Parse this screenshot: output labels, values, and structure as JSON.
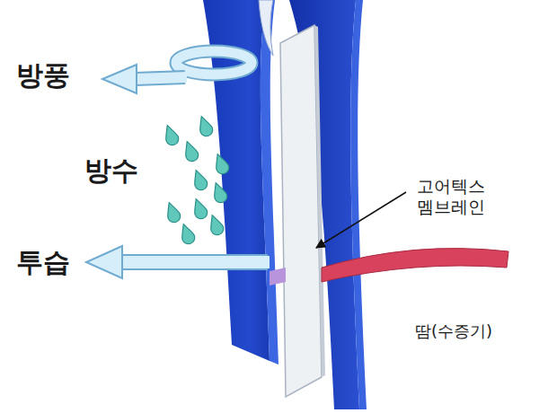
{
  "diagram": {
    "labels": [
      "방풍",
      "방수",
      "투습",
      "고어텍스 멤브레인",
      "땀(수증기)"
    ]
  }
}
